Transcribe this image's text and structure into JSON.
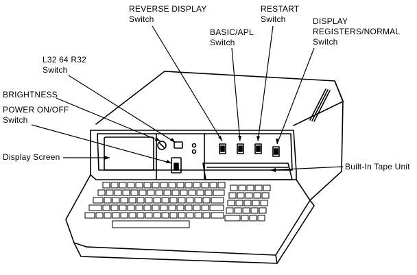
{
  "labels": {
    "reverse_display": {
      "title": "REVERSE DISPLAY",
      "sub": "Switch"
    },
    "restart": {
      "title": "RESTART",
      "sub": "Switch"
    },
    "display_registers": {
      "title_line1": "DISPLAY",
      "title_line2": "REGISTERS/NORMAL",
      "sub": "Switch"
    },
    "basic_apl": {
      "title": "BASIC/APL",
      "sub": "Switch"
    },
    "l32_r32": {
      "title": "L32 64 R32",
      "sub": "Switch"
    },
    "brightness": {
      "title": "BRIGHTNESS"
    },
    "power": {
      "title": "POWER ON/OFF",
      "sub": "Switch"
    },
    "display_screen": {
      "title": "Display Screen"
    },
    "tape_unit": {
      "title": "Built-In Tape Unit"
    }
  }
}
